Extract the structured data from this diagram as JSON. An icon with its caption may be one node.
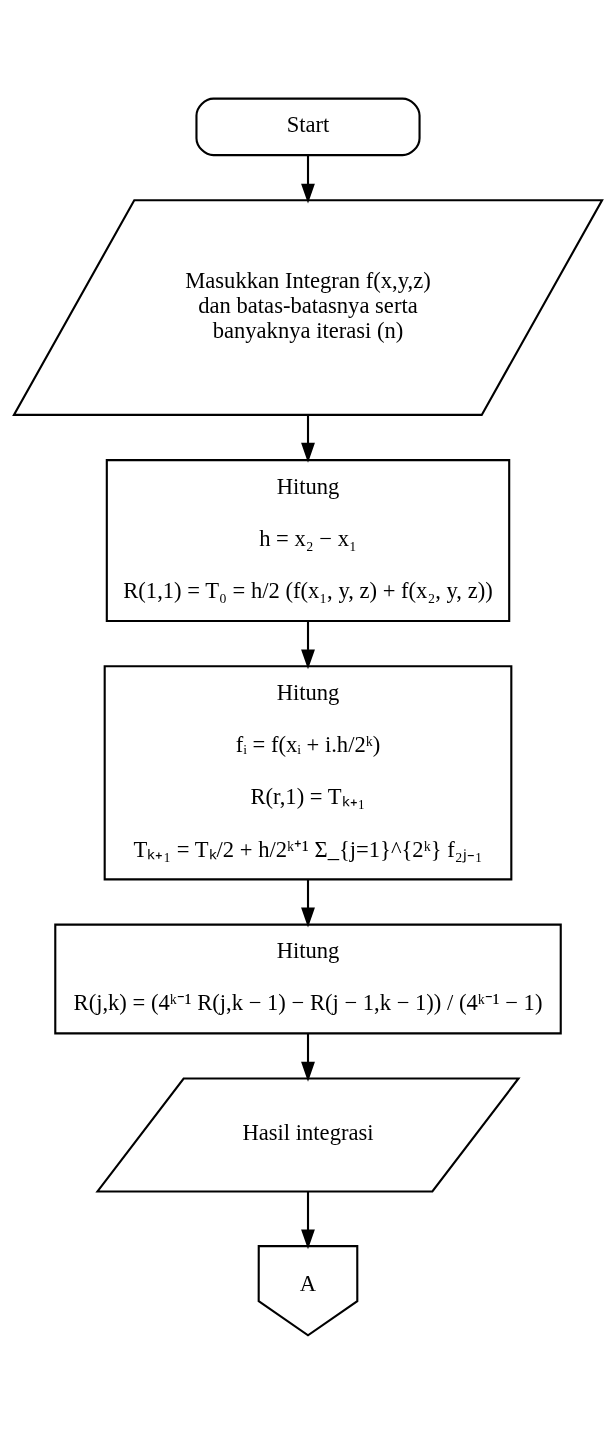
{
  "diagram": {
    "nodes": [
      {
        "text": [
          "Start"
        ]
      },
      {
        "text": [
          "Masukkan Integran f(x,y,z) dan batas-batasnya serta banyaknya iterasi (n)"
        ]
      },
      {
        "text": [
          "Hitung",
          "h = x₂ − x₁",
          "R(1,1) = T₀ = h/2 (f(x₁, y, z) + f(x₂, y, z))"
        ]
      },
      {
        "text": [
          "Hitung",
          "fᵢ = f(xᵢ + i.h/2ᵏ)",
          "R(r,1) = Tₖ₊₁",
          "Tₖ₊₁ = Tₖ/2 + h/2ᵏ⁺¹ Σ_{j=1}^{2ᵏ} f₂ⱼ₋₁"
        ]
      },
      {
        "text": [
          "Hitung",
          "R(j,k) = (4ᵏ⁻¹ R(j,k − 1) − R(j − 1,k − 1)) / (4ᵏ⁻¹ − 1)"
        ]
      },
      {
        "text": [
          "Hasil integrasi"
        ]
      },
      {
        "text": [
          "A"
        ]
      }
    ],
    "edges": [
      {
        "from": 0,
        "to": 1,
        "arrow": "to"
      },
      {
        "from": 1,
        "to": 2,
        "arrow": "to"
      },
      {
        "from": 2,
        "to": 3,
        "arrow": "to"
      },
      {
        "from": 3,
        "to": 4,
        "arrow": "to"
      },
      {
        "from": 4,
        "to": 5,
        "arrow": "to"
      },
      {
        "from": 5,
        "to": 6,
        "arrow": "to"
      }
    ]
  }
}
